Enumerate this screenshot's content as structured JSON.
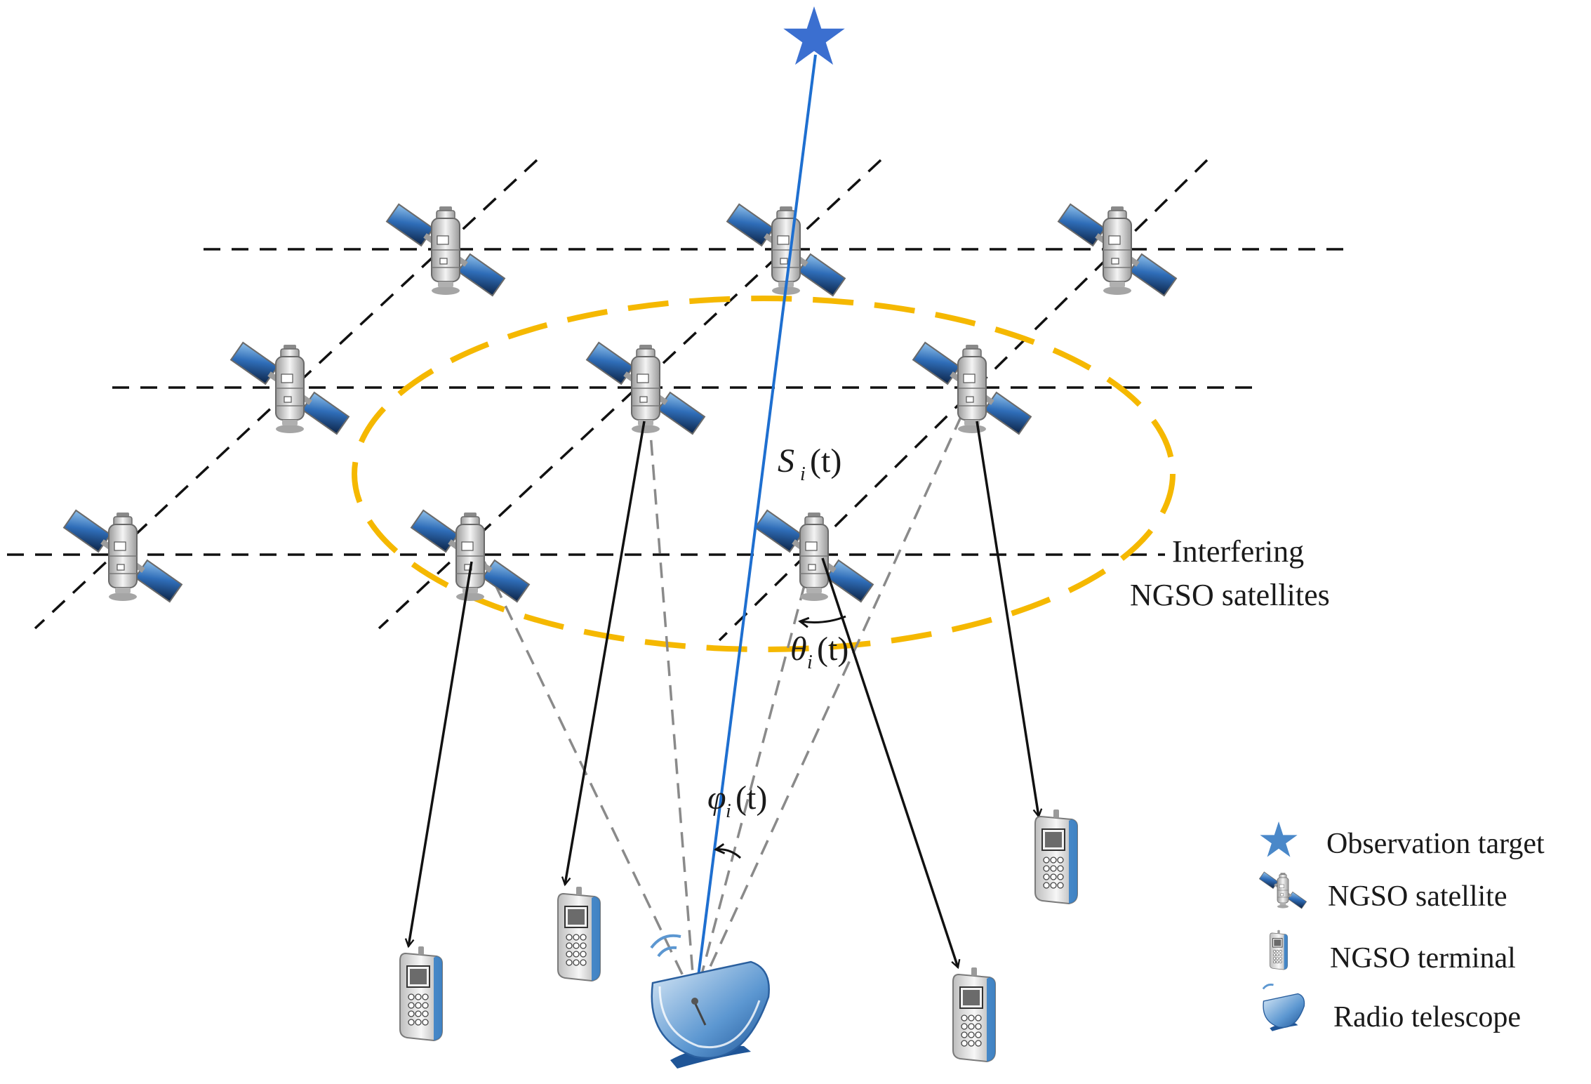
{
  "annotations": {
    "interfering_line1": "Interfering",
    "interfering_line2": "NGSO satellites",
    "s_main": "S",
    "s_sub": "i",
    "s_arg": "(t)",
    "theta_main": "θ",
    "theta_sub": "i",
    "theta_arg": "(t)",
    "phi_main": "φ",
    "phi_sub": "i",
    "phi_arg": "(t)"
  },
  "legend": {
    "items": [
      {
        "icon": "star-icon",
        "label": "Observation target"
      },
      {
        "icon": "satellite-icon",
        "label": "NGSO satellite"
      },
      {
        "icon": "terminal-icon",
        "label": "NGSO terminal"
      },
      {
        "icon": "radio-telescope-icon",
        "label": "Radio telescope"
      }
    ]
  },
  "colors": {
    "star": "#3b6fd0",
    "observation_line": "#1e6fd0",
    "ellipse": "#f5b800",
    "grid_lines": "#111111",
    "interference_links": "#888888",
    "downlinks": "#111111",
    "solar_panel": "#2f6db8",
    "dish": "#4a88c9"
  }
}
